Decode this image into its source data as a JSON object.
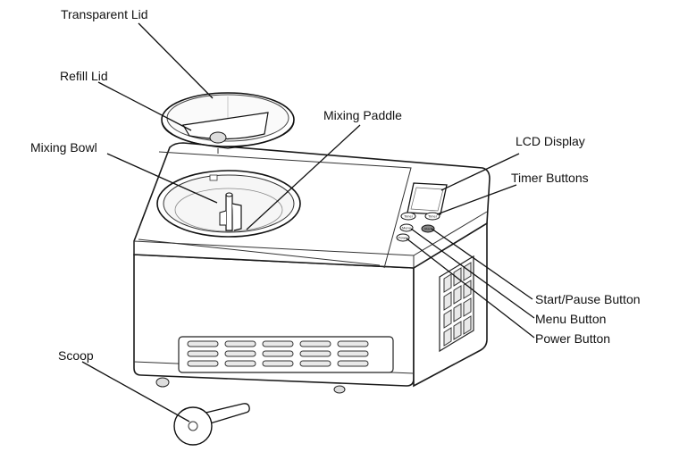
{
  "labels": {
    "transparent_lid": "Transparent Lid",
    "refill_lid": "Refill Lid",
    "mixing_paddle": "Mixing Paddle",
    "mixing_bowl": "Mixing Bowl",
    "lcd_display": "LCD Display",
    "timer_buttons": "Timer Buttons",
    "start_pause_button": "Start/Pause Button",
    "menu_button": "Menu Button",
    "power_button": "Power Button",
    "scoop": "Scoop"
  },
  "panel_buttons": {
    "timer_left": "Timer",
    "timer_right": "Timer",
    "menu": "Menu",
    "start": "Start",
    "power": "Power"
  }
}
